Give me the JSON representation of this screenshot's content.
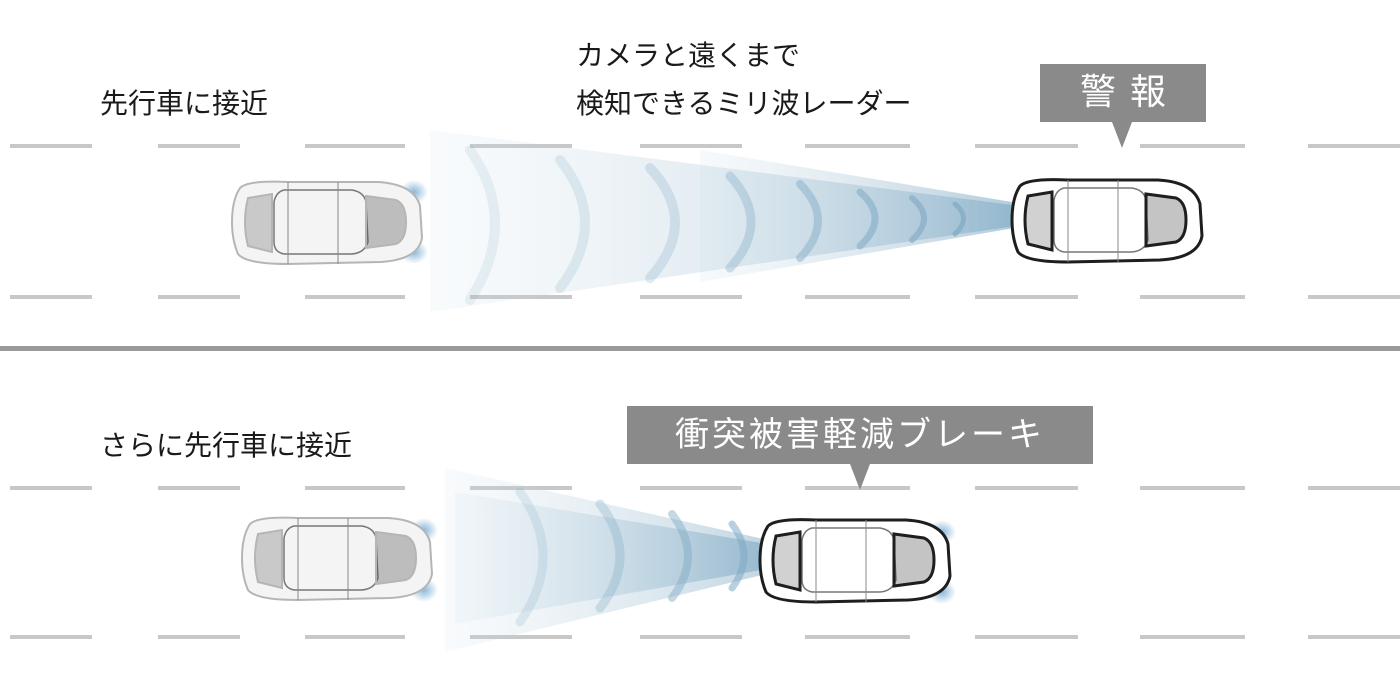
{
  "top_panel": {
    "situation": "先行車に接近",
    "radar_line1": "カメラと遠くまで",
    "radar_line2": "検知できるミリ波レーダー",
    "callout": "警報"
  },
  "bottom_panel": {
    "situation": "さらに先行車に接近",
    "callout": "衝突被害軽減ブレーキ"
  },
  "colors": {
    "lane_marking": "#c8c8c8",
    "divider": "#9a9a9a",
    "callout_bg": "#8a8a8a",
    "radar_beam": "#5f93b5",
    "host_car_body": "#ffffff",
    "lead_car_body": "#f2f2f2"
  },
  "icons": [
    "host-car-icon",
    "lead-car-icon",
    "radar-beam-icon"
  ]
}
